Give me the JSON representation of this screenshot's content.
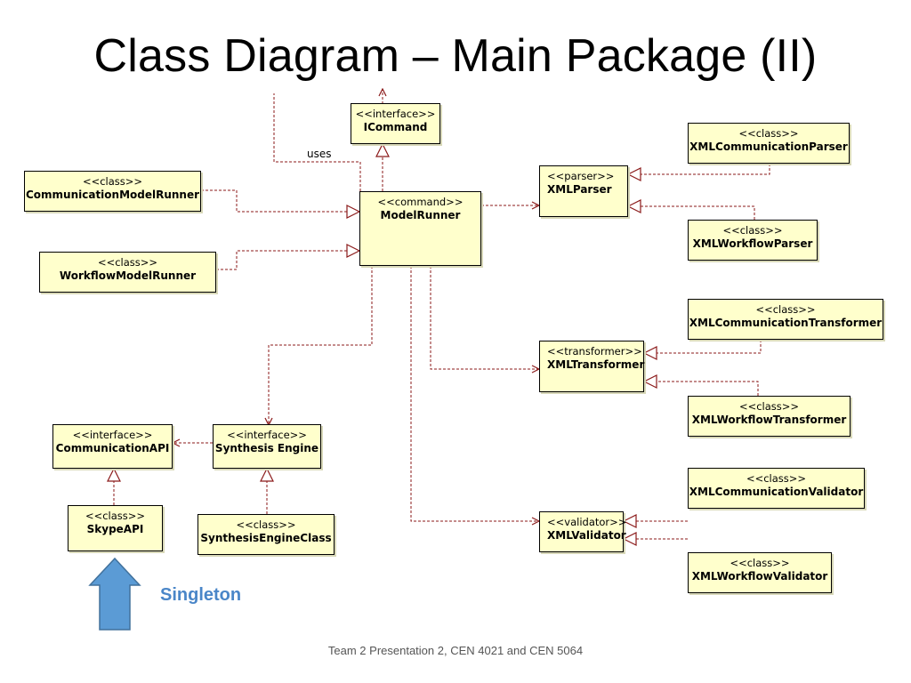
{
  "title": "Class Diagram – Main Package (II)",
  "footer": "Team 2 Presentation 2, CEN 4021 and CEN 5064",
  "singleton_label": "Singleton",
  "uses_label": "uses",
  "colors": {
    "box_fill": "#ffffcc",
    "connector": "#8b1a1a",
    "arrow_accent": "#4a86c8"
  },
  "classes": {
    "icommand": {
      "stereotype": "<<interface>>",
      "name": "ICommand"
    },
    "modelrunner": {
      "stereotype": "<<command>>",
      "name": "ModelRunner"
    },
    "commmodelrunner": {
      "stereotype": "<<class>>",
      "name": "CommunicationModelRunner"
    },
    "wfmodelrunner": {
      "stereotype": "<<class>>",
      "name": "WorkflowModelRunner"
    },
    "xmlparser": {
      "stereotype": "<<parser>>",
      "name": "XMLParser"
    },
    "xmlcommparser": {
      "stereotype": "<<class>>",
      "name": "XMLCommunicationParser"
    },
    "xmlwfparser": {
      "stereotype": "<<class>>",
      "name": "XMLWorkflowParser"
    },
    "xmltransformer": {
      "stereotype": "<<transformer>>",
      "name": "XMLTransformer"
    },
    "xmlcommtransformer": {
      "stereotype": "<<class>>",
      "name": "XMLCommunicationTransformer"
    },
    "xmlwftransformer": {
      "stereotype": "<<class>>",
      "name": "XMLWorkflowTransformer"
    },
    "xmlvalidator": {
      "stereotype": "<<validator>>",
      "name": "XMLValidator"
    },
    "xmlcommvalidator": {
      "stereotype": "<<class>>",
      "name": "XMLCommunicationValidator"
    },
    "xmlwfvalidator": {
      "stereotype": "<<class>>",
      "name": "XMLWorkflowValidator"
    },
    "commapi": {
      "stereotype": "<<interface>>",
      "name": "CommunicationAPI"
    },
    "synthengine": {
      "stereotype": "<<interface>>",
      "name": "Synthesis Engine"
    },
    "skypeapi": {
      "stereotype": "<<class>>",
      "name": "SkypeAPI"
    },
    "synthengineclass": {
      "stereotype": "<<class>>",
      "name": "SynthesisEngineClass"
    }
  }
}
